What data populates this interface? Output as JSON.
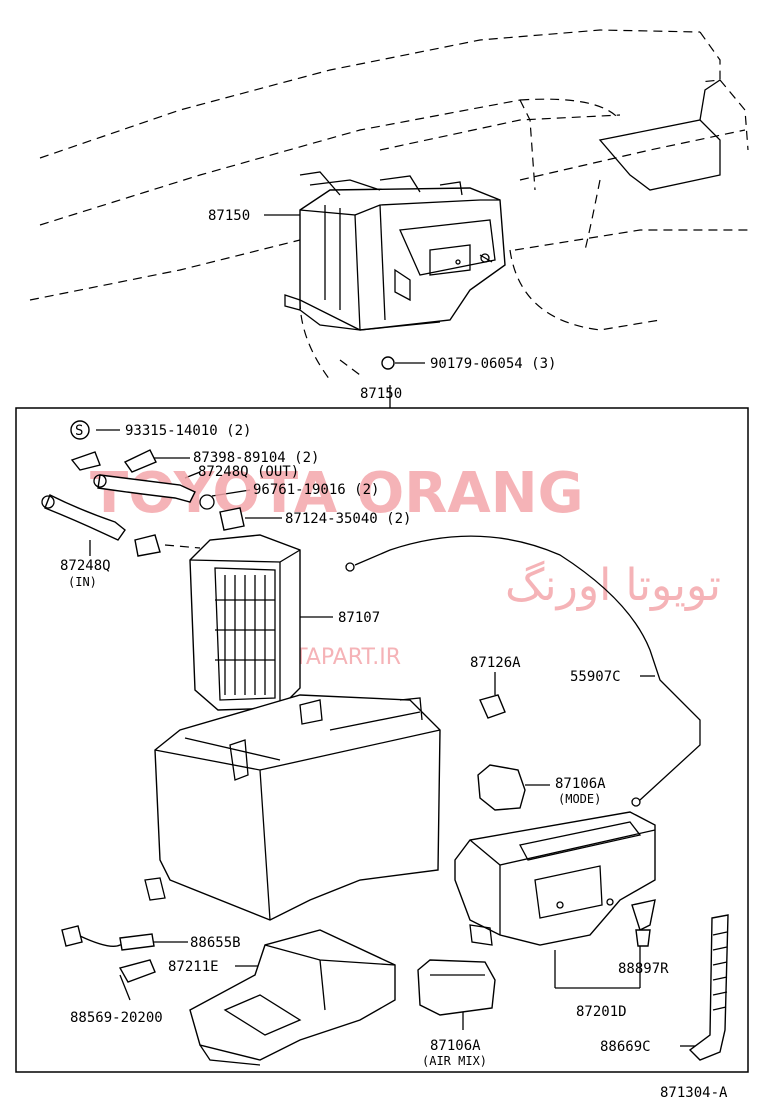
{
  "watermark": {
    "brand": "TOYOTA ORANG",
    "arabic": "تويوتا اورنگ",
    "site": "TOYOTAPART.IR"
  },
  "labels": {
    "top_unit": "87150",
    "top_unit_below": "87150",
    "nut": "90179-06054 (3)",
    "screw_s": "S",
    "screw": "93315-14010 (2)",
    "clamp": "87398-89104 (2)",
    "hose_out": "87248Q (OUT)",
    "oring": "96761-19016 (2)",
    "clamp2": "87124-35040 (2)",
    "hose_in": "87248Q",
    "hose_in_sub": "(IN)",
    "heater_core": "87107",
    "cable": "55907C",
    "clip": "87126A",
    "servo_mode": "87106A",
    "servo_mode_sub": "(MODE)",
    "harness": "88655B",
    "lower_case": "87211E",
    "sensor": "88569-20200",
    "servo_air": "87106A",
    "servo_air_sub": "(AIR MIX)",
    "upper_case": "87201D",
    "valve": "88897R",
    "aspirator": "88669C",
    "diagram_code": "871304-A"
  }
}
